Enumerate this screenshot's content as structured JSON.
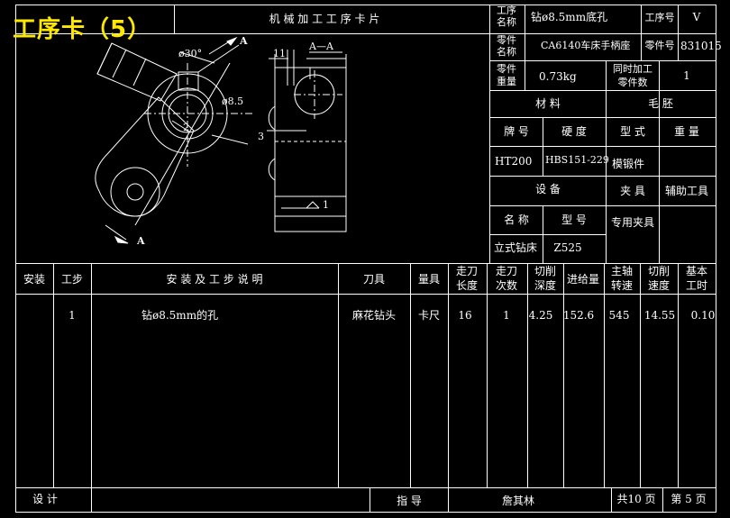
{
  "badge": "工序卡（5）",
  "sheet_title": "机 械 加 工 工 序 卡 片",
  "header": {
    "op_name_label": [
      "工序",
      "名称"
    ],
    "op_name_value": "钻ø8.5mm底孔",
    "op_no_label": "工序号",
    "op_no_value": "V",
    "part_name_label": [
      "零件",
      "名称"
    ],
    "part_name_value": "CA6140车床手柄座",
    "part_no_label": "零件号",
    "part_no_value": "831015",
    "part_weight_label": [
      "零件",
      "重量"
    ],
    "part_weight_value": "0.73kg",
    "simul_label": [
      "同时加工",
      "零件数"
    ],
    "simul_value": "1"
  },
  "material": {
    "material_label": "材  料",
    "blank_label": "毛  胚",
    "grade_label": "牌 号",
    "hardness_label": "硬 度",
    "type_label": "型 式",
    "weight_label": "重 量",
    "grade_value": "HT200",
    "hardness_value": "HBS151-229",
    "type_value": "模锻件"
  },
  "equipment": {
    "equipment_label": "设  备",
    "fixture_label": "夹 具",
    "aux_tool_label": "辅助工具",
    "name_label": "名 称",
    "model_label": "型 号",
    "special_fixture": "专用夹具",
    "machine_name": "立式钻床",
    "machine_model": "Z525"
  },
  "drawing": {
    "angle": "ø30°",
    "dia": "ø8.5",
    "section_label": "A—A",
    "section_a1": "A",
    "section_a2": "A",
    "dim_11": "11",
    "num_1": "1",
    "num_2": "2",
    "num_3": "3"
  },
  "steps_table": {
    "headers": [
      "安装",
      "工步",
      "安 装 及 工 步 说 明",
      "刀具",
      "量具",
      [
        "走刀",
        "长度"
      ],
      [
        "走刀",
        "次数"
      ],
      [
        "切削",
        "深度"
      ],
      "进给量",
      [
        "主轴",
        "转速"
      ],
      [
        "切削",
        "速度"
      ],
      [
        "基本",
        "工时"
      ]
    ],
    "rows": [
      {
        "install": "",
        "step": "1",
        "desc": "钻ø8.5mm的孔",
        "tool": "麻花钻头",
        "gauge": "卡尺",
        "feed_len": "16",
        "passes": "1",
        "depth": "4.25",
        "feed": "152.6",
        "speed": "545",
        "cut_speed": "14.55",
        "time": "0.10"
      }
    ]
  },
  "footer": {
    "design_label": "设  计",
    "guide_label": "指  导",
    "guide_name": "詹其林",
    "total": "共10 页",
    "page": "第 5 页"
  }
}
